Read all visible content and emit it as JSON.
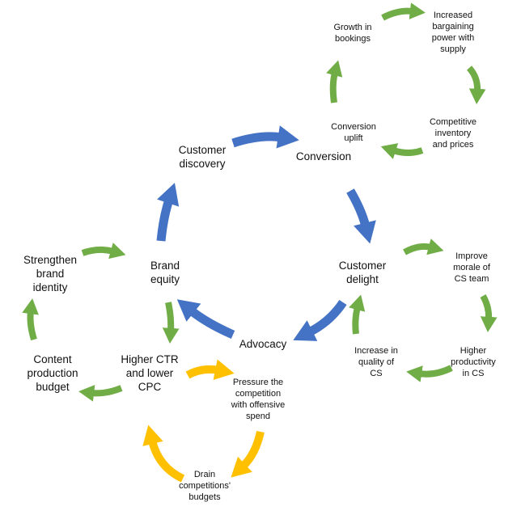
{
  "colors": {
    "blue": "#4472C4",
    "green": "#70AD47",
    "orange": "#FFC000",
    "text": "#111111",
    "background": "#ffffff"
  },
  "nodes": {
    "customer_discovery": "Customer\ndiscovery",
    "conversion": "Conversion",
    "conversion_uplift": "Conversion\nuplift",
    "growth_in_bookings": "Growth in\nbookings",
    "increased_bargaining_power": "Increased\nbargaining\npower with\nsupply",
    "competitive_inventory": "Competitive\ninventory\nand prices",
    "customer_delight": "Customer\ndelight",
    "improve_morale": "Improve\nmorale of\nCS team",
    "higher_productivity": "Higher\nproductivity\nin CS",
    "increase_quality": "Increase in\nquality of\nCS",
    "advocacy": "Advocacy",
    "brand_equity": "Brand\nequity",
    "strengthen_brand": "Strengthen\nbrand\nidentity",
    "content_budget": "Content\nproduction\nbudget",
    "higher_ctr": "Higher CTR\nand lower\nCPC",
    "pressure_competition": "Pressure the\ncompetition\nwith offensive\nspend",
    "drain_budgets": "Drain\ncompetitions'\nbudgets"
  }
}
